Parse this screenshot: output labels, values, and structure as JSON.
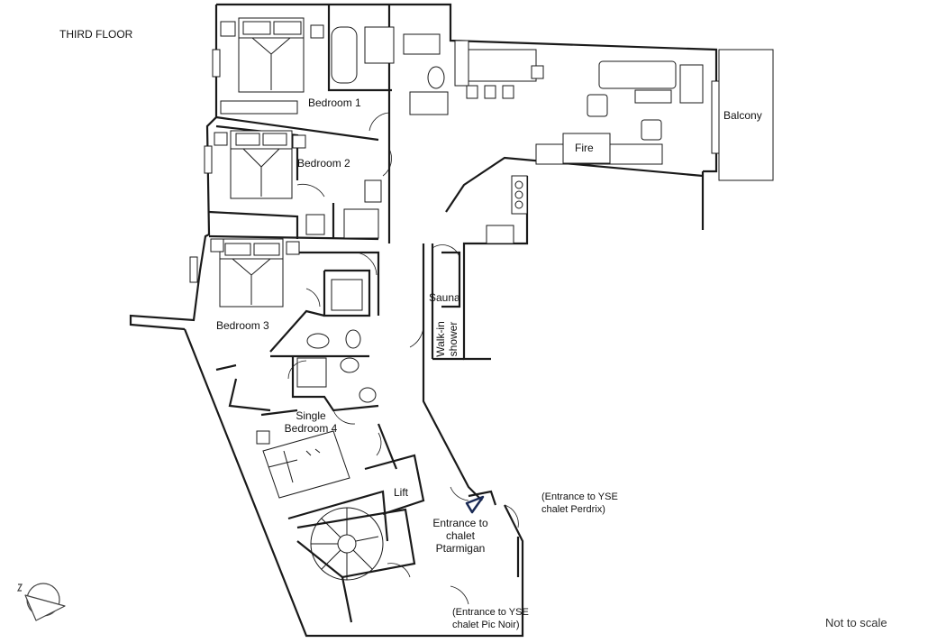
{
  "floor_title": "THIRD FLOOR",
  "scale_note": "Not to scale",
  "rooms": {
    "bedroom_1": "Bedroom 1",
    "bedroom_2": "Bedroom 2",
    "bedroom_3": "Bedroom 3",
    "bedroom_4_line1": "Single",
    "bedroom_4_line2": "Bedroom 4",
    "balcony": "Balcony",
    "fire": "Fire",
    "sauna": "Sauna",
    "walkin_line1": "Walk-in",
    "walkin_line2": "shower",
    "lift": "Lift",
    "entrance_line1": "Entrance to",
    "entrance_line2": "chalet",
    "entrance_line3": "Ptarmigan"
  },
  "notes": {
    "perdrix_line1": "(Entrance to YSE",
    "perdrix_line2": "chalet Perdrix)",
    "picnoir_line1": "(Entrance to YSE",
    "picnoir_line2": "chalet Pic Noir)"
  },
  "icons": {
    "north_arrow": "compass-north-icon",
    "entrance_marker": "triangle-marker-icon"
  }
}
